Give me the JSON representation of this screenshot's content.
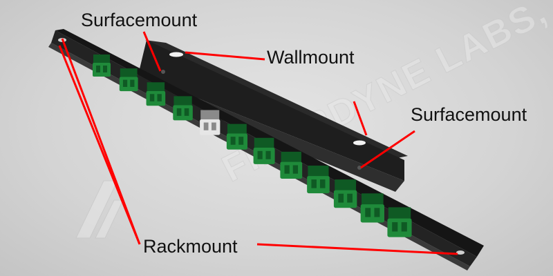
{
  "photo": {
    "watermark": "FIBERDYNE LABS, INC.",
    "colors": {
      "background": "#d6d6d6",
      "bracket": "#1c1c1c",
      "adapter_green": "#1f8a3a",
      "leader_line": "#ff0000",
      "label_text": "#111111"
    },
    "adapters": [
      {
        "color": "green"
      },
      {
        "color": "green"
      },
      {
        "color": "green"
      },
      {
        "color": "green"
      },
      {
        "color": "white"
      },
      {
        "color": "green"
      },
      {
        "color": "green"
      },
      {
        "color": "green"
      },
      {
        "color": "green"
      },
      {
        "color": "green"
      },
      {
        "color": "green"
      },
      {
        "color": "green"
      }
    ]
  },
  "callouts": {
    "surfacemount_top": "Surfacemount",
    "wallmount": "Wallmount",
    "surfacemount_right": "Surfacemount",
    "rackmount": "Rackmount"
  }
}
